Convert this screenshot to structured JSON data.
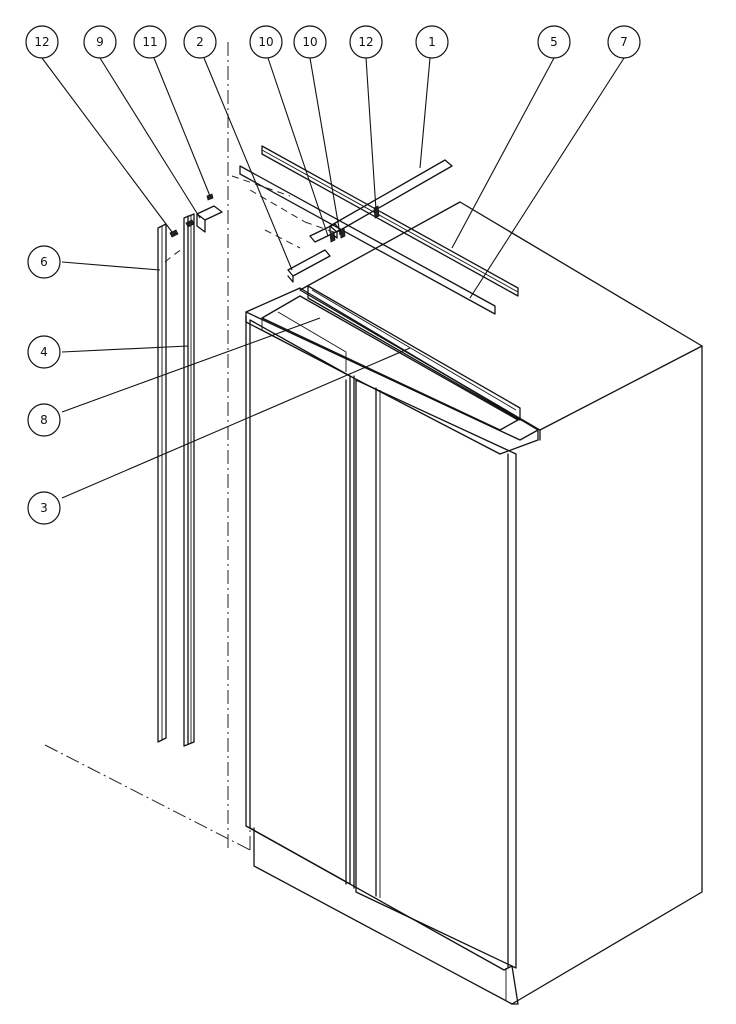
{
  "callouts": {
    "c12a": "12",
    "c9": "9",
    "c11": "11",
    "c2": "2",
    "c10a": "10",
    "c10b": "10",
    "c12b": "12",
    "c1": "1",
    "c5": "5",
    "c7": "7",
    "c6": "6",
    "c4": "4",
    "c8": "8",
    "c3": "3"
  }
}
